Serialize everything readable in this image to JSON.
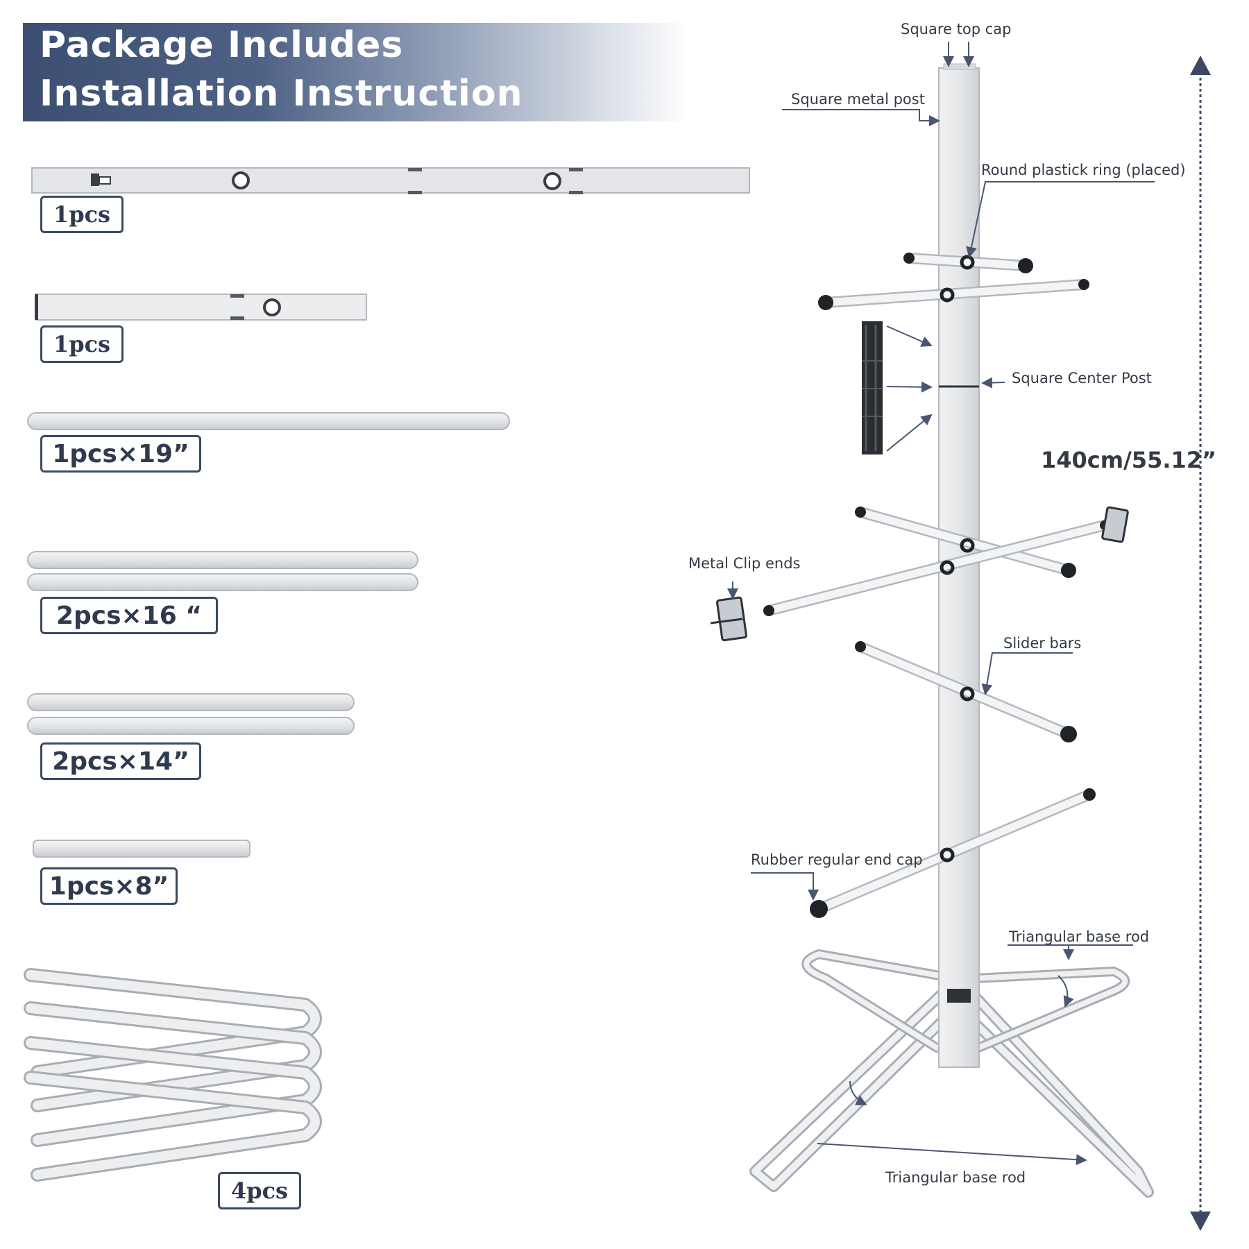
{
  "header": {
    "title_line1": "Package Includes",
    "title_line2": "Installation Instruction"
  },
  "parts": [
    {
      "qty": "1pcs"
    },
    {
      "qty": "1pcs"
    },
    {
      "qty": "1pcs×19”"
    },
    {
      "qty": "2pcs×16 “"
    },
    {
      "qty": "2pcs×14”"
    },
    {
      "qty": "1pcs×8”"
    },
    {
      "qty": "4pcs"
    }
  ],
  "labels": {
    "square_top_cap": "Square top cap",
    "square_metal_post": "Square metal post",
    "round_plastic_ring": "Round plastick ring (placed)",
    "square_center_post": "Square Center Post",
    "metal_clip_ends": "Metal Clip ends",
    "slider_bars": "Slider bars",
    "rubber_end_cap": "Rubber regular end cap",
    "triangular_base_rod_upper": "Triangular base rod",
    "triangular_base_rod_lower": "Triangular base rod"
  },
  "dimension": {
    "height": "140cm/55.12”"
  },
  "colors": {
    "banner_dark": "#3c4f72",
    "part_fill": "#e7e9ec",
    "part_stroke": "#a9adb3",
    "outline_navy": "#3b4962",
    "arrow": "#4a5670"
  }
}
